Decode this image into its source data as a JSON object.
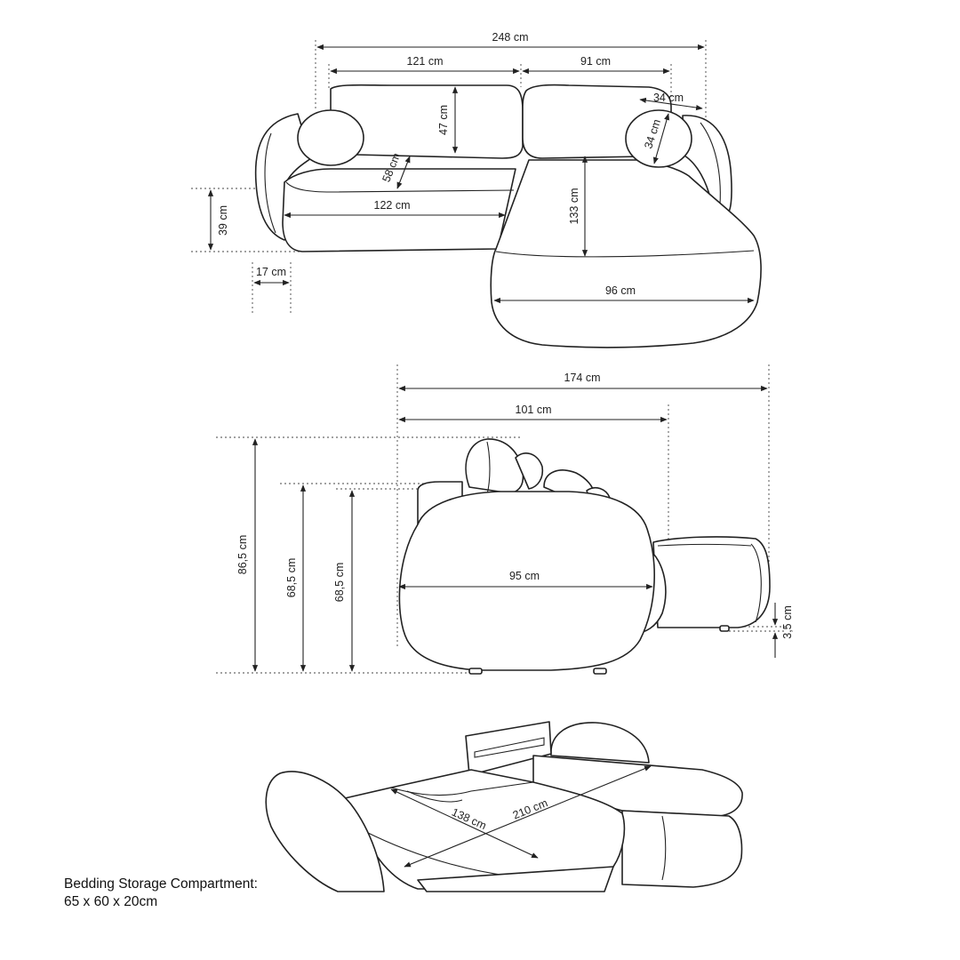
{
  "top_view": {
    "dimensions": {
      "overall_width": "248 cm",
      "left_section_width": "121 cm",
      "right_section_width": "91 cm",
      "pillow_right_width": "34 cm",
      "backrest_height": "47 cm",
      "pillow_right_diameter": "34 cm",
      "seat_depth": "58 cm",
      "chaise_length": "133 cm",
      "left_armrest_depth": "39 cm",
      "seat_width": "122 cm",
      "armrest_width": "17 cm",
      "chaise_width": "96 cm"
    }
  },
  "side_view": {
    "dimensions": {
      "overall_depth": "174 cm",
      "seat_depth": "101 cm",
      "total_height": "86,5 cm",
      "armrest_height_left": "68,5 cm",
      "armrest_height_right": "68,5 cm",
      "armrest_width": "95 cm",
      "leg_height": "3,5 cm"
    }
  },
  "bed_view": {
    "dimensions": {
      "sleeping_width": "138 cm",
      "sleeping_length": "210 cm"
    }
  },
  "storage": {
    "label": "Bedding Storage Compartment:",
    "size": "65 x 60 x 20cm"
  }
}
